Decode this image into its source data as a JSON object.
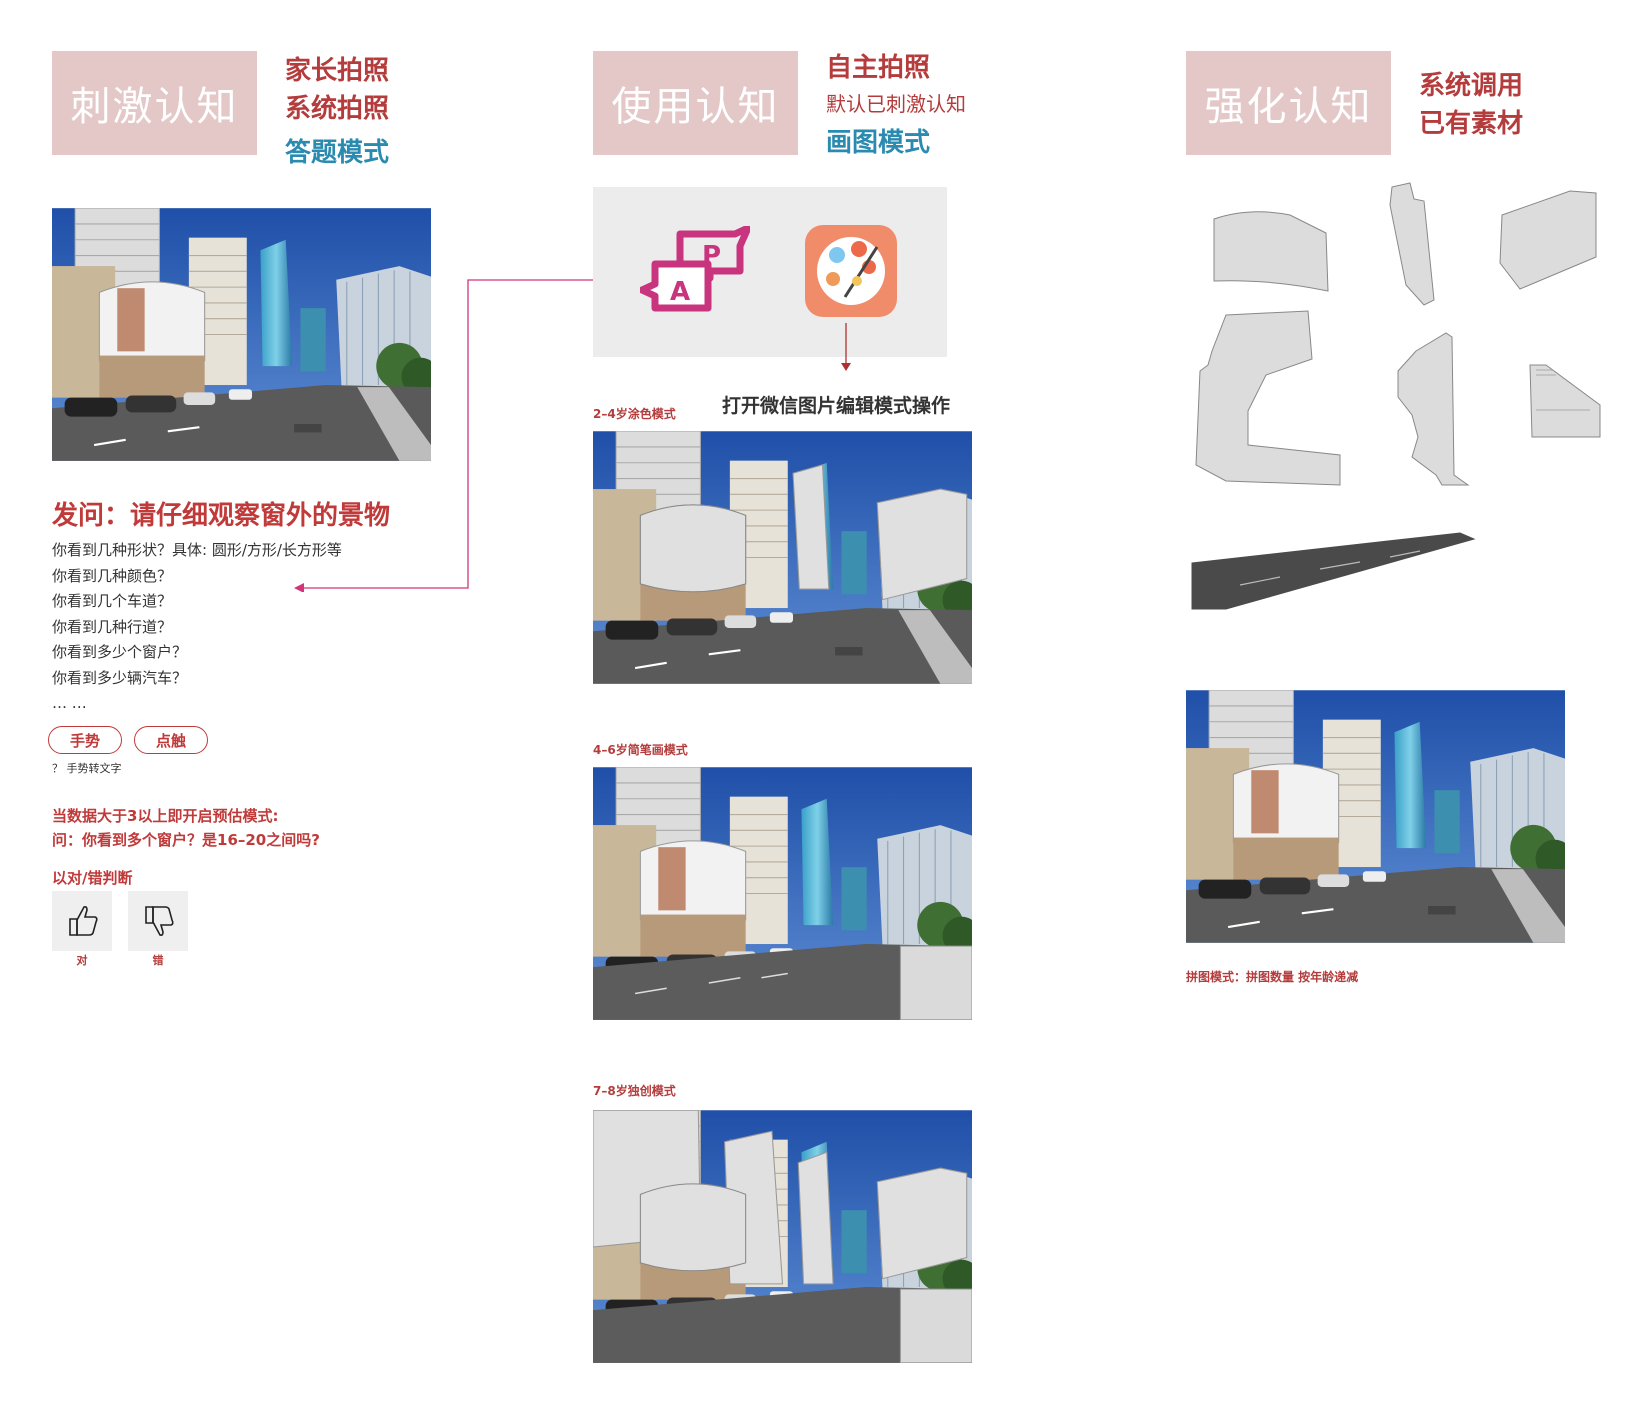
{
  "col1": {
    "box": "刺激认知",
    "lines": [
      "家长拍照",
      "系统拍照"
    ],
    "mode": "答题模式",
    "question_title": "发问：请仔细观察窗外的景物",
    "questions": [
      "你看到几种形状？具体: 圆形/方形/长方形等",
      "你看到几种颜色？",
      "你看到几个车道？",
      "你看到几种行道？",
      "你看到多少个窗户？",
      "你看到多少辆汽车？",
      "… …"
    ],
    "pill_gesture": "手势",
    "pill_touch": "点触",
    "gesture_note": "？ 手势转文字",
    "estimate_line1": "当数据大于3以上即开启预估模式:",
    "estimate_line2": "问：你看到多个窗户？是16–20之间吗?",
    "judge": "以对/错判断",
    "thumb_up_label": "对",
    "thumb_down_label": "错"
  },
  "col2": {
    "box": "使用认知",
    "line1": "自主拍照",
    "line2": "默认已刺激认知",
    "mode": "画图模式",
    "wechat_note": "打开微信图片编辑模式操作",
    "mode_2_4": "2–4岁涂色模式",
    "mode_4_6": "4–6岁简笔画模式",
    "mode_7_8": "7–8岁独创模式"
  },
  "col3": {
    "box": "强化认知",
    "lines": [
      "系统调用",
      "已有素材"
    ],
    "puzzle_note": "拼图模式：拼图数量 按年龄递减"
  },
  "colors": {
    "box_pink": "#e4c8c8",
    "accent_red": "#b43c3c",
    "accent_blue": "#2a8ab0",
    "arrow_magenta": "#d0357a",
    "app_orange": "#f08c6a",
    "pa_magenta": "#c8347e"
  },
  "icons": [
    "pa-logo-icon",
    "paint-palette-icon",
    "thumbs-up-icon",
    "thumbs-down-icon"
  ]
}
